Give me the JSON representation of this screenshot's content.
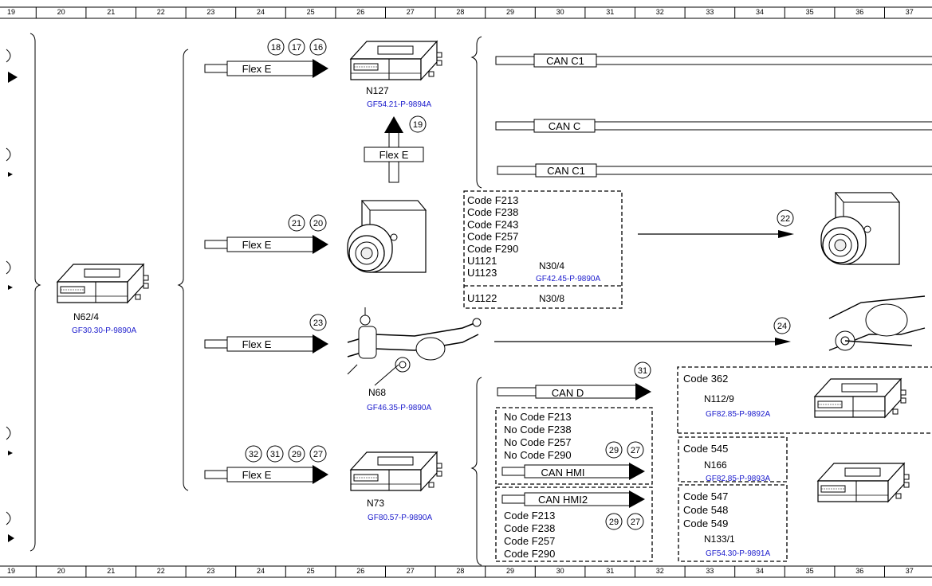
{
  "ruler": [
    "19",
    "20",
    "21",
    "22",
    "23",
    "24",
    "25",
    "26",
    "27",
    "28",
    "29",
    "30",
    "31",
    "32",
    "33",
    "34",
    "35",
    "36",
    "37"
  ],
  "components": {
    "n62_4": {
      "label": "N62/4",
      "ref": "GF30.30-P-9890A"
    },
    "n127": {
      "label": "N127",
      "ref": "GF54.21-P-9894A"
    },
    "n30_4": {
      "label": "N30/4",
      "ref": "GF42.45-P-9890A"
    },
    "n30_8": {
      "label": "N30/8"
    },
    "n68": {
      "label": "N68",
      "ref": "GF46.35-P-9890A"
    },
    "n73": {
      "label": "N73",
      "ref": "GF80.57-P-9890A"
    },
    "n112_9": {
      "label": "N112/9",
      "ref": "GF82.85-P-9892A"
    },
    "n166": {
      "label": "N166",
      "ref": "GF82.85-P-9893A"
    },
    "n133_1": {
      "label": "N133/1",
      "ref": "GF54.30-P-9891A"
    }
  },
  "buses": {
    "flex_e": "Flex E",
    "can_c1": "CAN C1",
    "can_c": "CAN C",
    "can_d": "CAN D",
    "can_hmi": "CAN HMI",
    "can_hmi2": "CAN HMI2"
  },
  "markers": {
    "m16": "16",
    "m17": "17",
    "m18": "18",
    "m19": "19",
    "m20": "20",
    "m21": "21",
    "m22": "22",
    "m23": "23",
    "m24": "24",
    "m27": "27",
    "m29": "29",
    "m31": "31",
    "m32": "32"
  },
  "codes": {
    "esp_block": [
      "Code F213",
      "Code F238",
      "Code F243",
      "Code F257",
      "Code F290",
      "U1121",
      "U1123"
    ],
    "u1122": "U1122",
    "no_codes": [
      "No Code F213",
      "No Code F238",
      "No Code F257",
      "No Code F290"
    ],
    "hmi2_codes": [
      "Code F213",
      "Code F238",
      "Code F257",
      "Code F290"
    ],
    "code_362": "Code 362",
    "code_545": "Code 545",
    "codes_547": [
      "Code 547",
      "Code 548",
      "Code 549"
    ]
  }
}
